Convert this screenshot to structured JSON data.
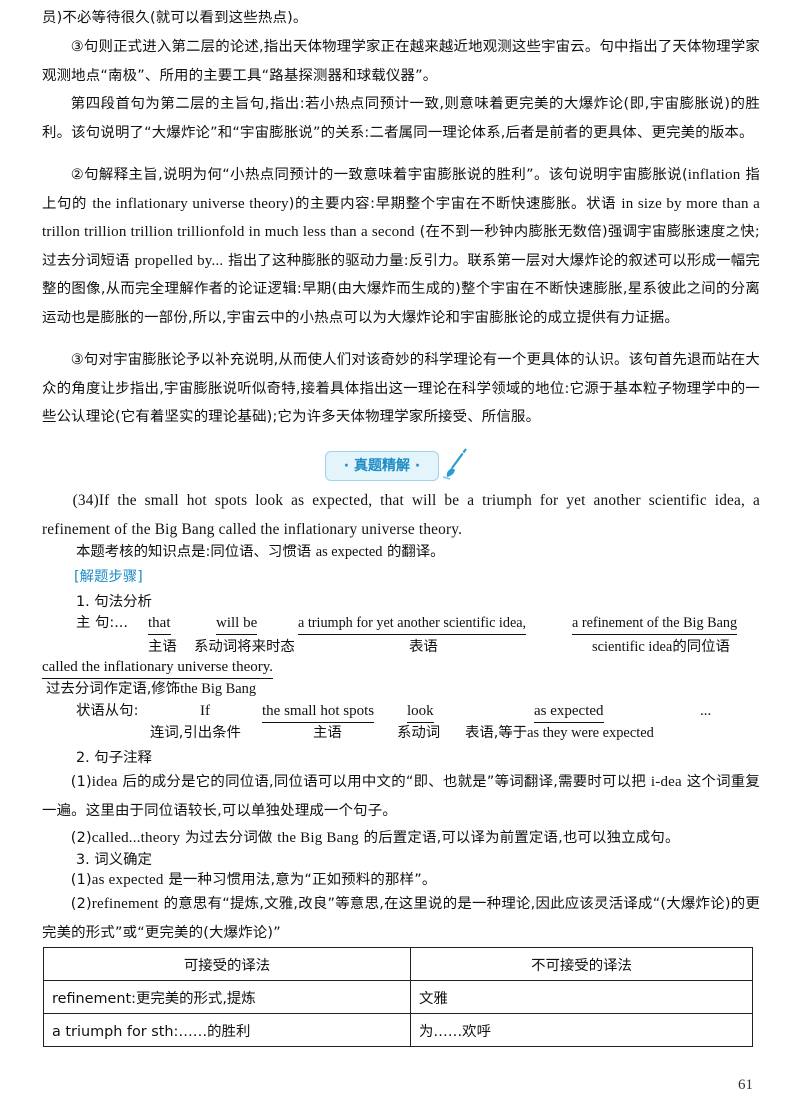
{
  "paragraphs": {
    "p1": "员)不必等待很久(就可以看到这些热点)。",
    "p2": "③句则正式进入第二层的论述,指出天体物理学家正在越来越近地观测这些宇宙云。句中指出了天体物理学家观测地点“南极”、所用的主要工具“路基探测器和球载仪器”。",
    "p3": "第四段首句为第二层的主旨句,指出:若小热点同预计一致,则意味着更完美的大爆炸论(即,宇宙膨胀说)的胜利。该句说明了“大爆炸论”和“宇宙膨胀说”的关系:二者属同一理论体系,后者是前者的更具体、更完美的版本。",
    "p4a": "②句解释主旨,说明为何“小热点同预计的一致意味着宇宙膨胀说的胜利”。该句说明宇宙膨胀说(",
    "p4b": "inflation",
    "p4c": " 指上句的 ",
    "p4d": "the inflationary universe theory",
    "p4e": ")的主要内容:早期整个宇宙在不断快速膨胀。状语 ",
    "p4f": "in size by more than a trillon trillion trillion trillionfold in much less than a second",
    "p4g": " (在不到一秒钟内膨胀无数倍)强调宇宙膨胀速度之快;过去分词短语 ",
    "p4h": "propelled by...",
    "p4i": " 指出了这种膨胀的驱动力量:反引力。联系第一层对大爆炸论的叙述可以形成一幅完整的图像,从而完全理解作者的论证逻辑:早期(由大爆炸而生成的)整个宇宙在不断快速膨胀,星系彼此之间的分离运动也是膨胀的一部份,所以,宇宙云中的小热点可以为大爆炸论和宇宙膨胀论的成立提供有力证据。",
    "p5": "③句对宇宙膨胀论予以补充说明,从而使人们对该奇妙的科学理论有一个更具体的认识。该句首先退而站在大众的角度让步指出,宇宙膨胀说听似奇特,接着具体指出这一理论在科学领域的地位:它源于基本粒子物理学中的一些公认理论(它有着坚实的理论基础);它为许多天体物理学家所接受、所信服。"
  },
  "section_badge": "· 真题精解 ·",
  "question": {
    "text": "(34)If the small hot spots look as expected, that will be a triumph for yet another scientific idea, a refinement of the Big Bang called the inflationary universe theory."
  },
  "focus": {
    "a": "本题考核的知识点是:同位语、习惯语 ",
    "b": "as expected",
    "c": " 的翻译。"
  },
  "steps_label": "[解题步骤]",
  "step1": {
    "heading": "1. 句法分析",
    "main_label": "主 句:...",
    "w_that": "that",
    "w_willbe": "will be",
    "w_triumph": "a triumph for yet another scientific idea,",
    "w_refinement": "a refinement of the Big Bang",
    "g_subject": "主语",
    "g_verb": "系动词将来时态",
    "g_predicative": "表语",
    "g_appos_en": "scientific idea",
    "g_appos_zh": "的同位语",
    "w_called": "called the inflationary universe theory.",
    "g_called_zh": "过去分词作定语,修饰",
    "g_called_en": "the Big Bang",
    "adv_label": "状语从句:",
    "w_if": "If",
    "w_hotspots": "the small hot spots",
    "w_look": "look",
    "w_asexp": "as expected",
    "w_dots": "...",
    "g_conj": "连词,引出条件",
    "g_subject2": "主语",
    "g_linkverb": "系动词",
    "g_pred_zh": "表语,等于",
    "g_pred_en": "as they were expected"
  },
  "step2": {
    "heading": "2. 句子注释",
    "n1a": "(1)",
    "n1b": "idea",
    "n1c": " 后的成分是它的同位语,同位语可以用中文的“即、也就是”等词翻译,需要时可以把 ",
    "n1d": "i-dea",
    "n1e": " 这个词重复一遍。这里由于同位语较长,可以单独处理成一个句子。",
    "n2a": "(2)",
    "n2b": "called...theory",
    "n2c": " 为过去分词做 ",
    "n2d": "the Big Bang",
    "n2e": " 的后置定语,可以译为前置定语,也可以独立成句。"
  },
  "step3": {
    "heading": "3. 词义确定",
    "n1a": "(1)",
    "n1b": "as expected",
    "n1c": " 是一种习惯用法,意为“正如预料的那样”。",
    "n2a": "(2)",
    "n2b": "refinement",
    "n2c": " 的意思有“提炼,文雅,改良”等意思,在这里说的是一种理论,因此应该灵活译成“(大爆炸论)的更完美的形式”或“更完美的(大爆炸论)”"
  },
  "table": {
    "headers": [
      "可接受的译法",
      "不可接受的译法"
    ],
    "rows": [
      [
        "refinement:更完美的形式,提炼",
        "文雅"
      ],
      [
        "a triumph for sth:……的胜利",
        "为……欢呼"
      ]
    ]
  },
  "page_number": "61"
}
